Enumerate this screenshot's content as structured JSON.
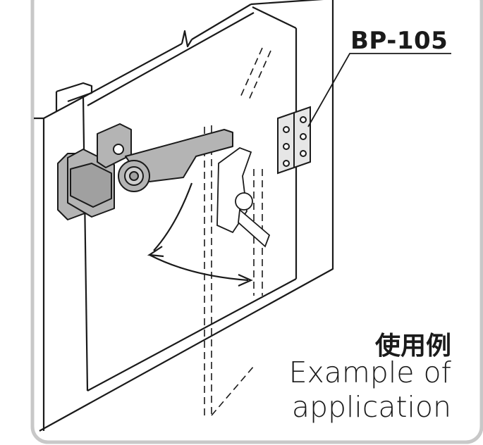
{
  "diagram": {
    "part_label": "BP-105",
    "caption_jp": "使用例",
    "caption_en_line1": "Example of",
    "caption_en_line2": "application"
  },
  "colors": {
    "frame_border": "#c8c8c8",
    "line": "#1a1a1a",
    "hardware_fill": "#b4b4b4",
    "hinge_fill": "#e6e6e6"
  }
}
